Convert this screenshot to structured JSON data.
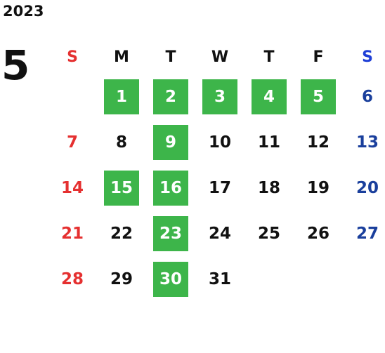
{
  "calendar": {
    "year": "2023",
    "month": "5",
    "weekdays": [
      "S",
      "M",
      "T",
      "W",
      "T",
      "F",
      "S"
    ],
    "weeks": [
      [
        "",
        "1",
        "2",
        "3",
        "4",
        "5",
        "6"
      ],
      [
        "7",
        "8",
        "9",
        "10",
        "11",
        "12",
        "13"
      ],
      [
        "14",
        "15",
        "16",
        "17",
        "18",
        "19",
        "20"
      ],
      [
        "21",
        "22",
        "23",
        "24",
        "25",
        "26",
        "27"
      ],
      [
        "28",
        "29",
        "30",
        "31",
        "",
        "",
        ""
      ]
    ],
    "highlighted_days": [
      "1",
      "2",
      "3",
      "4",
      "5",
      "9",
      "15",
      "16",
      "23",
      "30"
    ]
  },
  "colors": {
    "highlight": "#3db54a",
    "sunday": "#e53030",
    "saturday_header": "#1f3fd6",
    "saturday": "#1a3f9c",
    "text": "#111111"
  }
}
